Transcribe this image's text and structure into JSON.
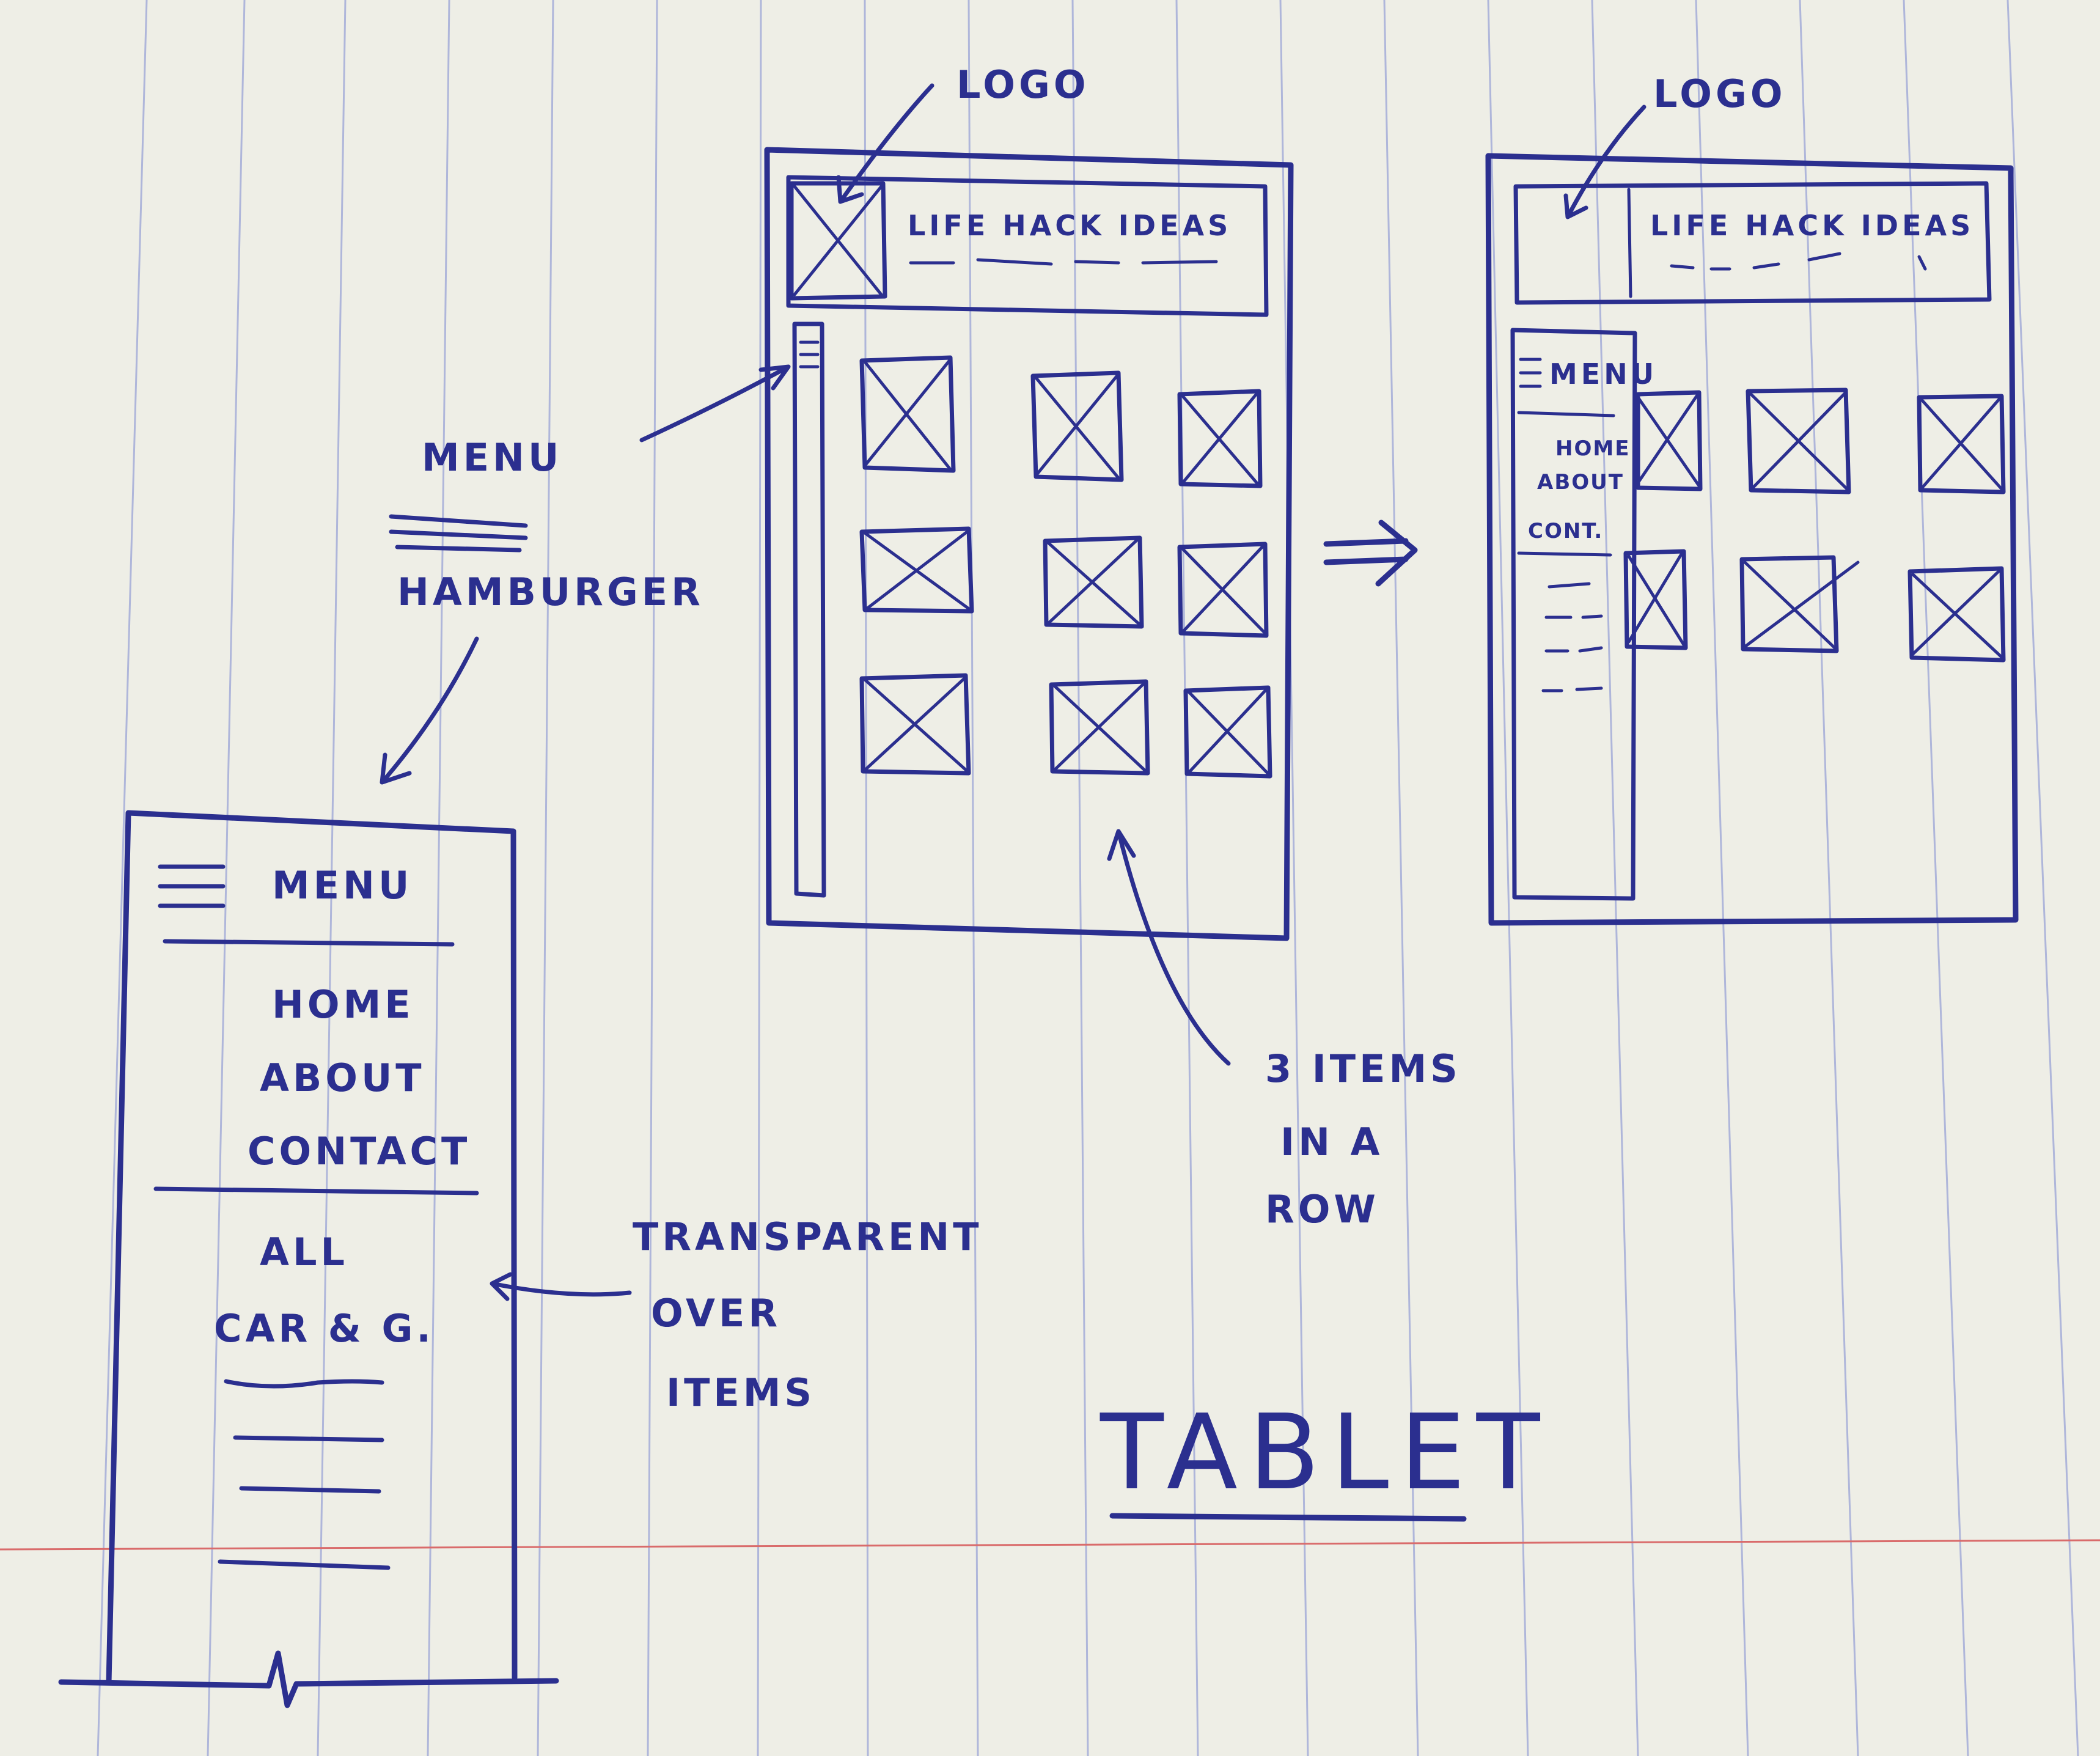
{
  "annotations": {
    "logo_left": "LOGO",
    "logo_right": "LOGO",
    "menu_hamburger_line1": "MENU",
    "menu_hamburger_line2": "HAMBURGER",
    "three_items_line1": "3 ITEMS",
    "three_items_line2": "IN A",
    "three_items_line3": "ROW",
    "transparent_line1": "TRANSPARENT",
    "transparent_line2": "OVER",
    "transparent_line3": "ITEMS"
  },
  "mobile_menu": {
    "title": "MENU",
    "links": [
      "HOME",
      "ABOUT",
      "CONTACT"
    ],
    "categories": [
      "ALL",
      "CAR & G."
    ]
  },
  "tablet_closed": {
    "header_title": "LIFE HACK IDEAS"
  },
  "tablet_open": {
    "header_title": "LIFE HACK IDEAS",
    "menu_title": "MENU",
    "links": [
      "HOME",
      "ABOUT",
      "CONT."
    ]
  },
  "page_title": "TABLET",
  "ink_color": "#2b2f8f",
  "paper_color": "#eeeee6"
}
